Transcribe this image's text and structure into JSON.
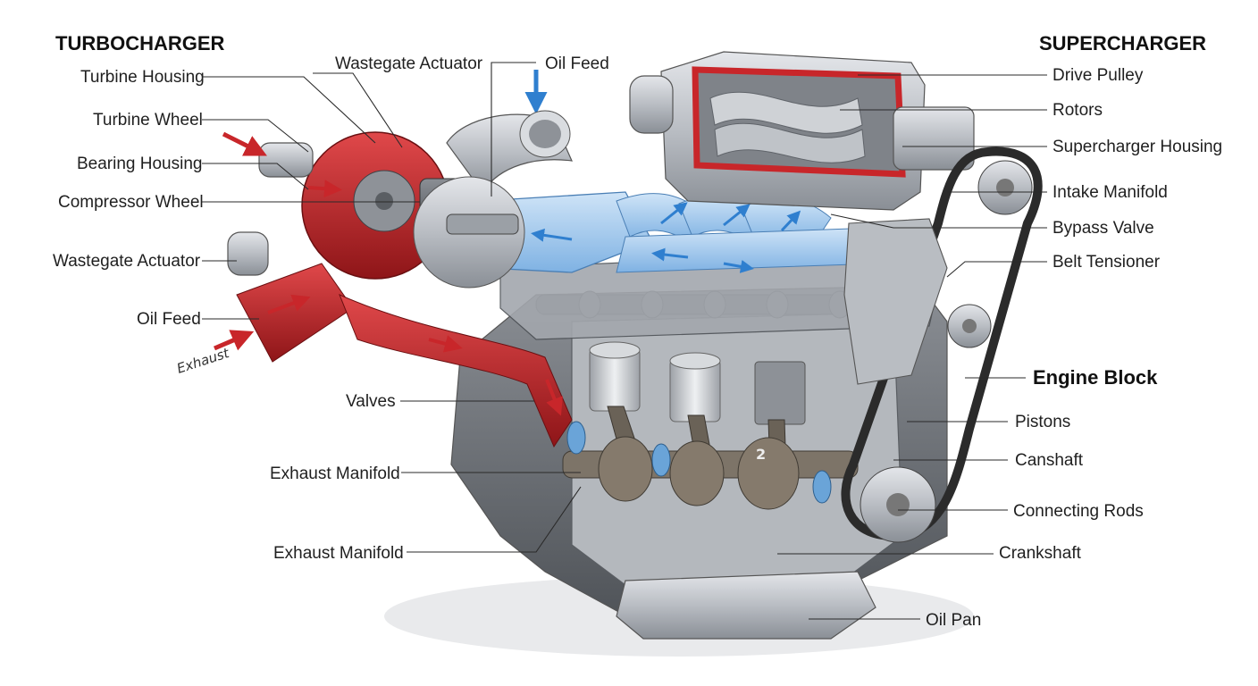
{
  "headings": {
    "turbocharger": "TURBOCHARGER",
    "supercharger": "SUPERCHARGER",
    "engine_block": "Engine Block"
  },
  "labels": {
    "turbine_housing": "Turbine Housing",
    "turbine_wheel": "Turbine Wheel",
    "bearing_housing": "Bearing Housing",
    "compressor_wheel": "Compressor Wheel",
    "wastegate_actuator_left": "Wastegate Actuator",
    "oil_feed_left": "Oil Feed",
    "exhaust_handwritten": "Exhaust",
    "wastegate_actuator_top": "Wastegate Actuator",
    "oil_feed_top": "Oil Feed",
    "valves": "Valves",
    "exhaust_manifold_1": "Exhaust Manifold",
    "exhaust_manifold_2": "Exhaust Manifold",
    "drive_pulley": "Drive Pulley",
    "rotors": "Rotors",
    "supercharger_housing": "Supercharger Housing",
    "intake_manifold": "Intake Manifold",
    "bypass_valve": "Bypass Valve",
    "belt_tensioner": "Belt Tensioner",
    "pistons": "Pistons",
    "camshaft": "Canshaft",
    "connecting_rods": "Connecting Rods",
    "crankshaft": "Crankshaft",
    "oil_pan": "Oil Pan",
    "cylinder_number": "2"
  },
  "colors": {
    "exhaust_flow": "#c8262a",
    "intake_flow": "#3f8ed8",
    "metal_light": "#c9ccd1",
    "metal_dark": "#6b6f75",
    "belt": "#2b2b2b"
  }
}
